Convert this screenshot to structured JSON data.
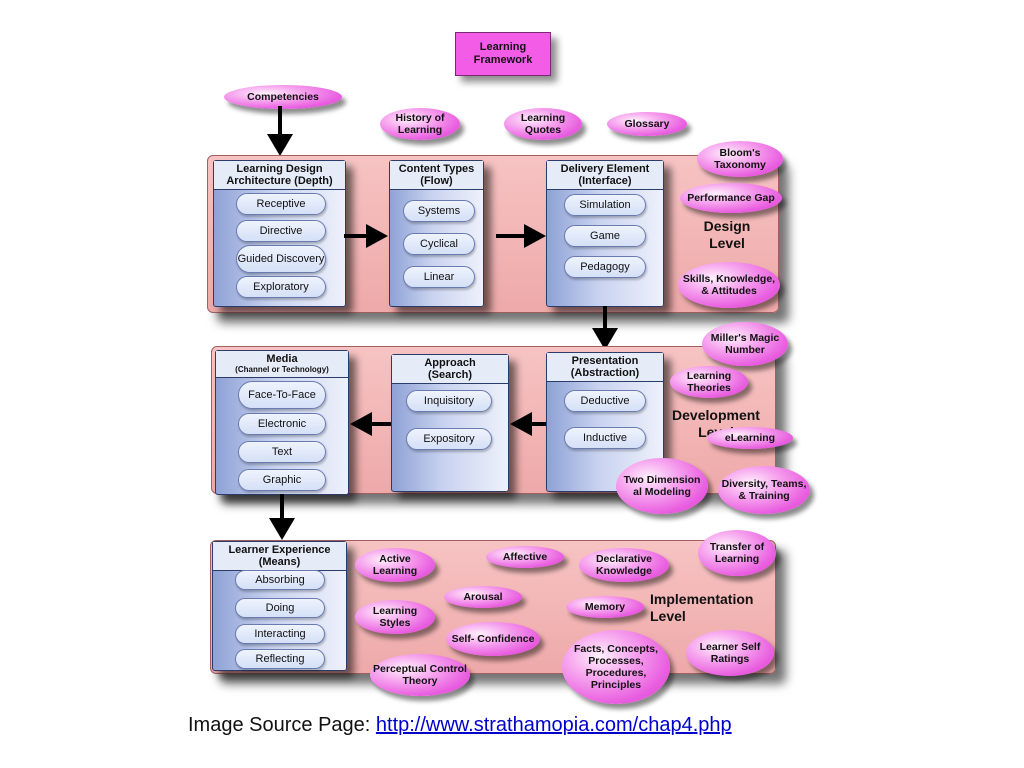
{
  "title": "Learning Framework",
  "top_ovals": {
    "competencies": "Competencies",
    "history": "History of Learning",
    "quotes": "Learning Quotes",
    "glossary": "Glossary"
  },
  "design": {
    "label": "Design Level",
    "architecture": {
      "title": "Learning Design",
      "subtitle": "Architecture (Depth)",
      "items": [
        "Receptive",
        "Directive",
        "Guided Discovery",
        "Exploratory"
      ]
    },
    "content_types": {
      "title": "Content Types",
      "subtitle": "(Flow)",
      "items": [
        "Systems",
        "Cyclical",
        "Linear"
      ]
    },
    "delivery": {
      "title": "Delivery Element",
      "subtitle": "(Interface)",
      "items": [
        "Simulation",
        "Game",
        "Pedagogy"
      ]
    },
    "ovals": {
      "bloom": "Bloom's Taxonomy",
      "performance": "Performance Gap",
      "skills": "Skills, Knowledge, & Attitudes"
    }
  },
  "development": {
    "label": "Development Level",
    "media": {
      "title": "Media",
      "subtitle": "(Channel or Technology)",
      "items": [
        "Face-To-Face",
        "Electronic",
        "Text",
        "Graphic"
      ]
    },
    "approach": {
      "title": "Approach",
      "subtitle": "(Search)",
      "items": [
        "Inquisitory",
        "Expository"
      ]
    },
    "presentation": {
      "title": "Presentation",
      "subtitle": "(Abstraction)",
      "items": [
        "Deductive",
        "Inductive"
      ]
    },
    "ovals": {
      "miller": "Miller's Magic Number",
      "theories": "Learning Theories",
      "elearning": "eLearning",
      "two_dim": "Two Dimension al Modeling",
      "diversity": "Diversity, Teams, & Training"
    }
  },
  "implementation": {
    "label": "Implementation Level",
    "experience": {
      "title": "Learner Experience",
      "subtitle": "(Means)",
      "items": [
        "Absorbing",
        "Doing",
        "Interacting",
        "Reflecting"
      ]
    },
    "ovals": {
      "active": "Active Learning",
      "affective": "Affective",
      "declarative": "Declarative Knowledge",
      "transfer": "Transfer of Learning",
      "arousal": "Arousal",
      "memory": "Memory",
      "styles": "Learning Styles",
      "confidence": "Self- Confidence",
      "facts": "Facts, Concepts, Processes, Procedures, Principles",
      "self_ratings": "Learner Self Ratings",
      "pct": "Perceptual Control Theory"
    }
  },
  "caption": {
    "prefix": "Image Source Page: ",
    "link": "http://www.strathamopia.com/chap4.php"
  },
  "colors": {
    "oval": "#e95ee0",
    "band": "#f0b4b4",
    "panel": "#c9d3f0",
    "title_box": "#f25ce6"
  }
}
